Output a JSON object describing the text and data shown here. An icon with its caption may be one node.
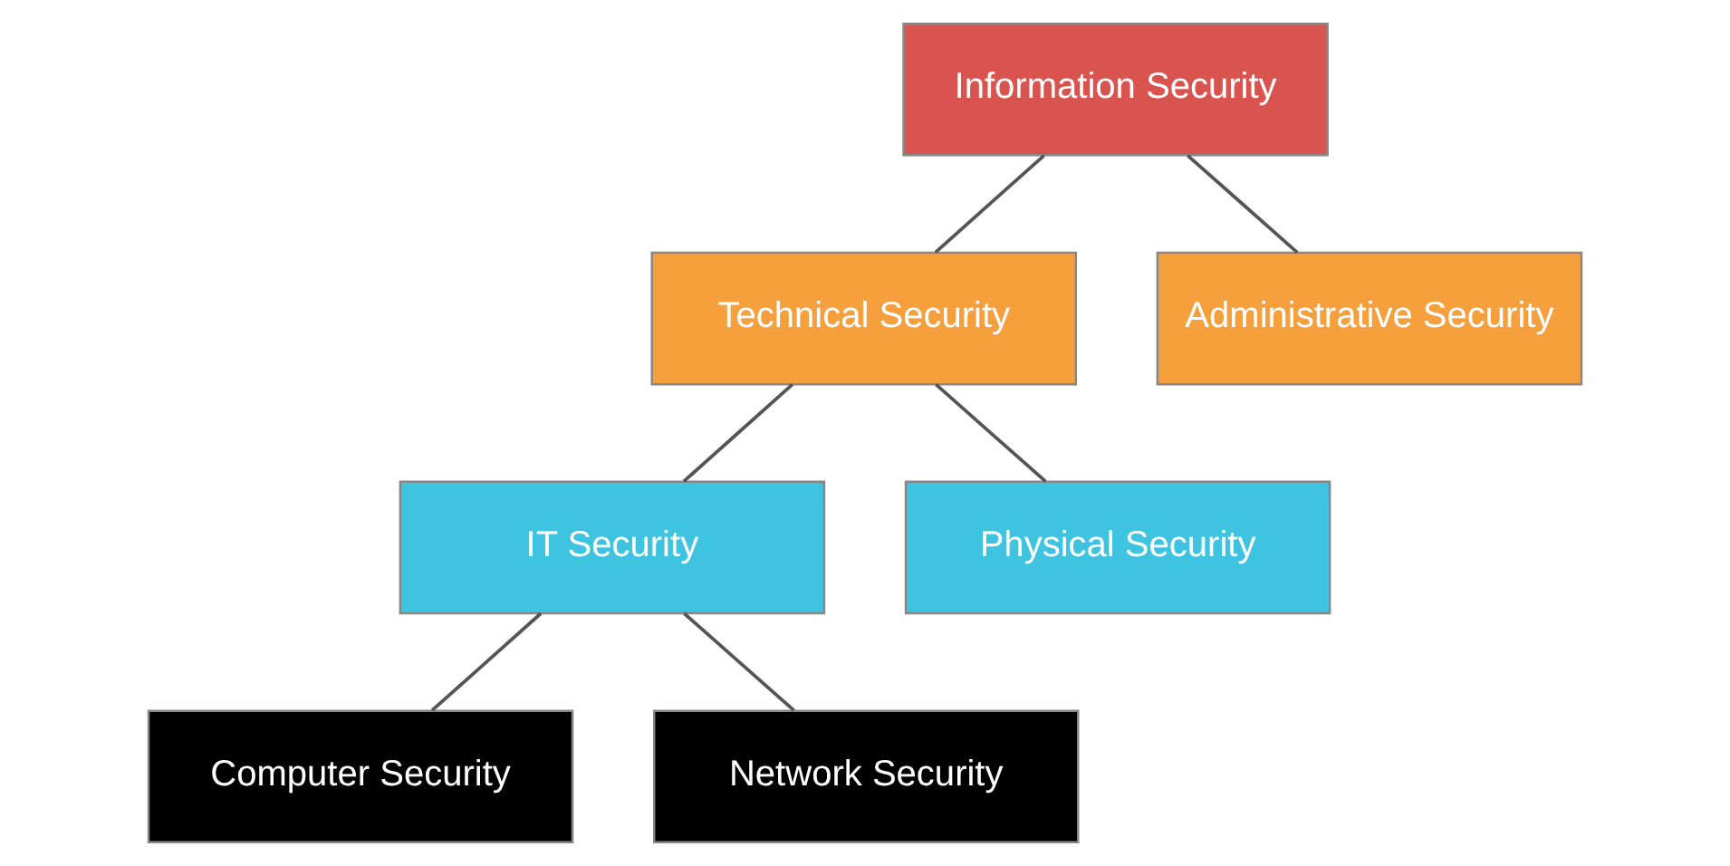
{
  "diagram": {
    "nodes": [
      {
        "text": [
          "Information Security"
        ]
      },
      {
        "text": [
          "Technical Security"
        ]
      },
      {
        "text": [
          "Administrative Security"
        ]
      },
      {
        "text": [
          "IT Security"
        ]
      },
      {
        "text": [
          "Physical Security"
        ]
      },
      {
        "text": [
          "Computer Security"
        ]
      },
      {
        "text": [
          "Network Security"
        ]
      }
    ],
    "edges": [
      {
        "from": 0,
        "to": 1,
        "arrow": "none"
      },
      {
        "from": 0,
        "to": 2,
        "arrow": "none"
      },
      {
        "from": 1,
        "to": 3,
        "arrow": "none"
      },
      {
        "from": 1,
        "to": 4,
        "arrow": "none"
      },
      {
        "from": 3,
        "to": 5,
        "arrow": "none"
      },
      {
        "from": 3,
        "to": 6,
        "arrow": "none"
      }
    ]
  }
}
